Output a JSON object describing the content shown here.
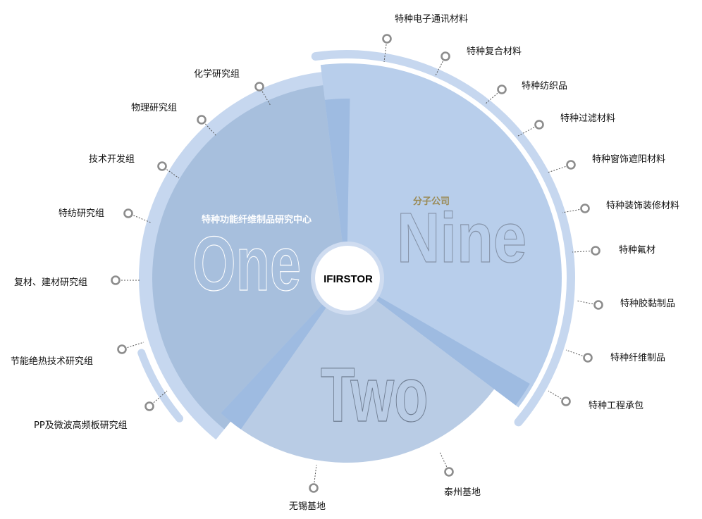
{
  "center": {
    "label": "IFIRSTOR"
  },
  "sectors": {
    "one": {
      "title": "特种功能纤维制品研究中心",
      "big": "One"
    },
    "nine": {
      "title": "分子公司",
      "big": "Nine"
    },
    "two": {
      "big": "Two"
    }
  },
  "right_items": [
    "特种电子通讯材料",
    "特种复合材料",
    "特种纺织品",
    "特种过滤材料",
    "特种窗饰遮阳材料",
    "特种装饰装修材料",
    "特种氟材",
    "特种胶黏制品",
    "特种纤维制品",
    "特种工程承包"
  ],
  "bottom_items": [
    "泰州基地",
    "无锡基地"
  ],
  "left_items": [
    "PP及微波高频板研究组",
    "节能绝热技术研究组",
    "复材、建材研究组",
    "特纺研究组",
    "技术开发组",
    "物理研究组",
    "化学研究组"
  ],
  "colors": {
    "one": "#a7bfdd",
    "nine": "#b8ceeb",
    "two": "#b9cce5",
    "ring": "#c6d7ef",
    "stripe": "#9ebbe1",
    "title_nine": "#9a8a55"
  }
}
